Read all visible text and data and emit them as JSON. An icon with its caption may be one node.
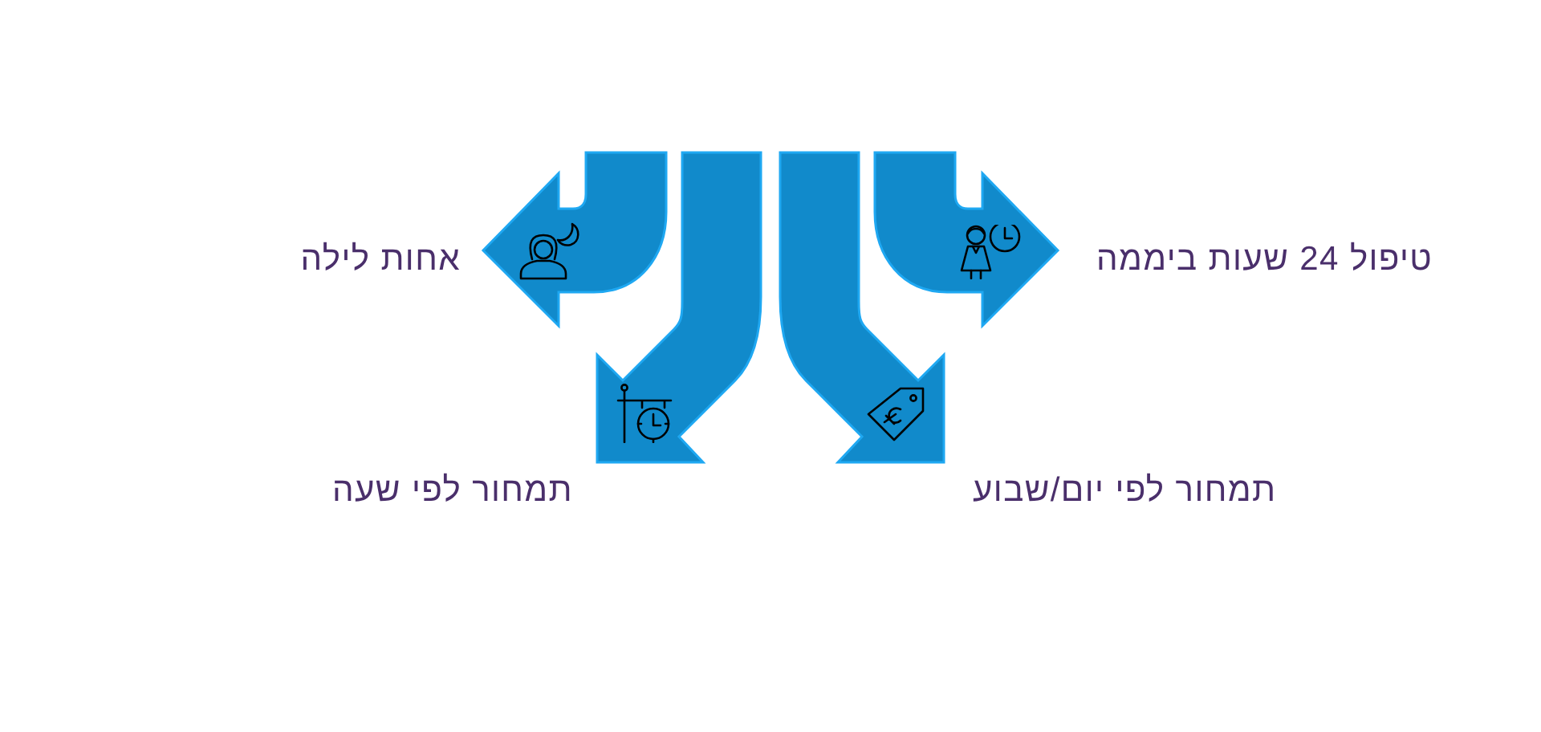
{
  "diagram": {
    "nodes": [
      {
        "text": [
          "טיפול 24 שעות ביממה"
        ]
      },
      {
        "text": [
          "אחות לילה"
        ]
      },
      {
        "text": [
          "תמחור לפי יום/שבוע"
        ]
      },
      {
        "text": [
          "תמחור לפי שעה"
        ]
      }
    ],
    "edges": [
      {
        "from": null,
        "to": 0,
        "arrow": "to"
      },
      {
        "from": null,
        "to": 1,
        "arrow": "to"
      },
      {
        "from": null,
        "to": 2,
        "arrow": "to"
      },
      {
        "from": null,
        "to": 3,
        "arrow": "to"
      }
    ]
  }
}
